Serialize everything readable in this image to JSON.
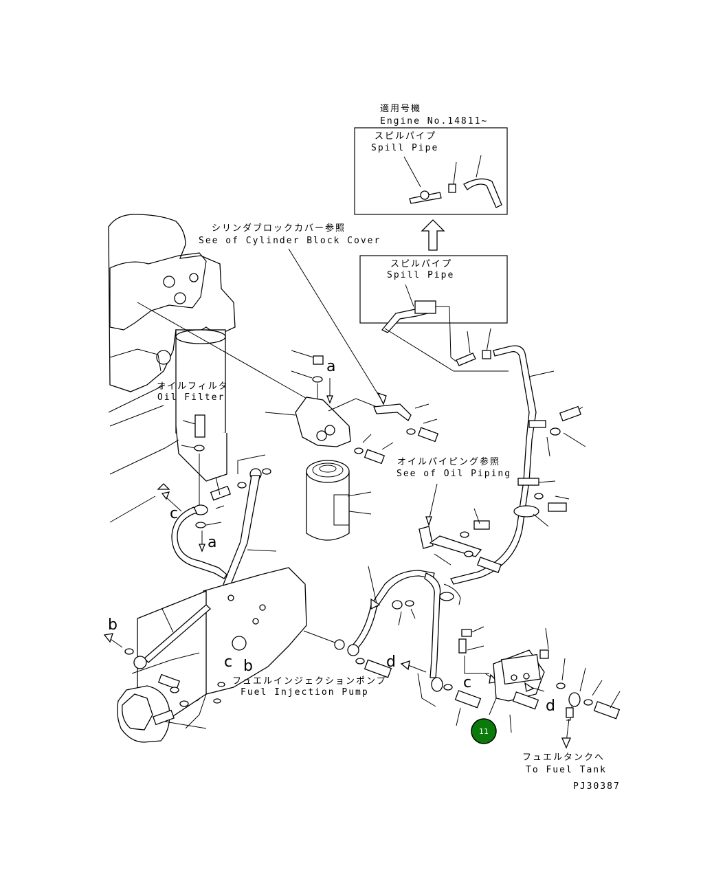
{
  "labels": {
    "applicable_jp": "適用号機",
    "engine_no": "Engine No.14811~",
    "spill_pipe_top_jp": "スピルパイプ",
    "spill_pipe_top_en": "Spill Pipe",
    "cyl_cover_jp": "シリンダブロックカバー参照",
    "cyl_cover_en": "See of Cylinder Block Cover",
    "spill_pipe_mid_jp": "スピルパイプ",
    "spill_pipe_mid_en": "Spill Pipe",
    "oil_filter_jp": "オイルフィルタ",
    "oil_filter_en": "Oil Filter",
    "oil_piping_jp": "オイルパイピング参照",
    "oil_piping_en": "See of Oil Piping",
    "injection_pump_jp": "フュエルインジェクションポンプ",
    "injection_pump_en": "Fuel Injection Pump",
    "fuel_tank_jp": "フュエルタンクへ",
    "fuel_tank_en": "To Fuel Tank",
    "drawing_code": "PJ30387"
  },
  "letters": {
    "a1": "a",
    "a2": "a",
    "b1": "b",
    "b2": "b",
    "c1": "c",
    "c2": "c",
    "c3": "c",
    "d1": "d",
    "d2": "d"
  },
  "callout": {
    "number": "11",
    "color": "#0a7a0a"
  }
}
